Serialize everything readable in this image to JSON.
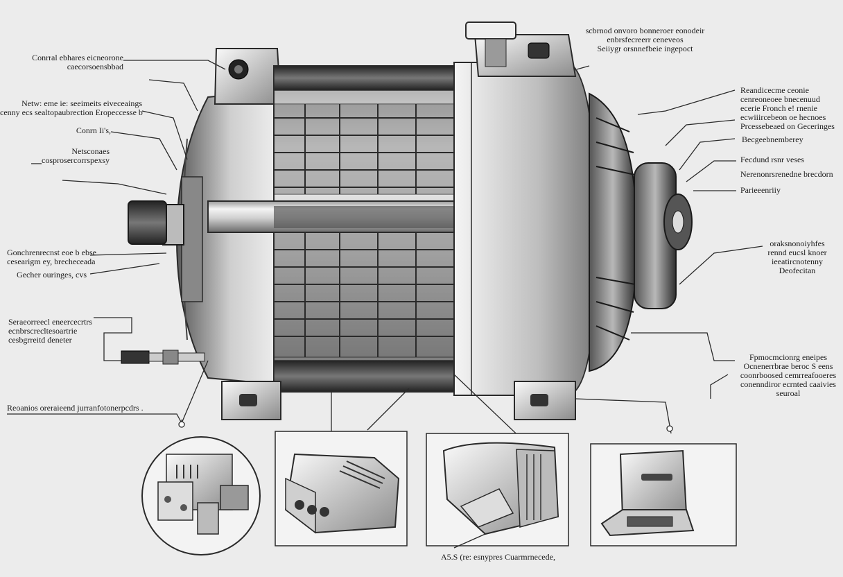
{
  "colors": {
    "background": "#ececec",
    "line": "#2a2a2a",
    "metal_light": "#d8d8d8",
    "metal_dark": "#3a3a3a"
  },
  "labels": {
    "left": [
      [
        "Conrral ebhares eicneorone",
        "caecorsoensbbad"
      ],
      [
        "Netw: eme ie: seeimeits eiveceaings",
        "cenny ecs sealtopaubrection Eropeccesse b"
      ],
      [
        "Conrn Ii's,"
      ],
      [
        "Netsconaes",
        "cosprosercorrspexsy"
      ],
      [
        "Gonchrenrecnst eoe b ebse",
        "cesearigm ey, brecheceada"
      ],
      [
        "Gecher ouringes, cvs"
      ],
      [
        "Seraeorreecl eneercecrtrs",
        "ecnbrscrecltesoartrie",
        "cesbgrreitd deneter"
      ],
      [
        "Reoanios oreraieend jurranfotonerpcdrs ."
      ]
    ],
    "top": [
      "scbrnod onvoro bonneroer eonodeir",
      "enbrsfecreerr ceneveos",
      "Seiiygr orsnnefbeie ingepoct"
    ],
    "right": [
      [
        "Reandicecme ceonie",
        "cenreoneoee bnecenuud",
        "ecerie Fronch e! rnenie",
        "ecwiiircebeon oe hecnoes",
        "Prcessebeaed on Geceringes"
      ],
      [
        "Becgeebnemberey"
      ],
      [
        "Fecdund rsnr veses",
        "Nerenonrsrenedne brecdorn"
      ],
      [
        "Parieeenriiy"
      ],
      [
        "oraksnonoiyhfes",
        "rennd eucsl knoer",
        "ieeatircnotenny",
        "Deofecitan"
      ],
      [
        "Fpmocmcionrg eneipes",
        "Ocnenerrbrae beroc S eens",
        "coonrboosed cemrreafooeres",
        "conenndiror ecrnted caaivies",
        "seuroal"
      ]
    ],
    "bottom": "A5.S (re: esnypres Cuarmrnecede,"
  }
}
